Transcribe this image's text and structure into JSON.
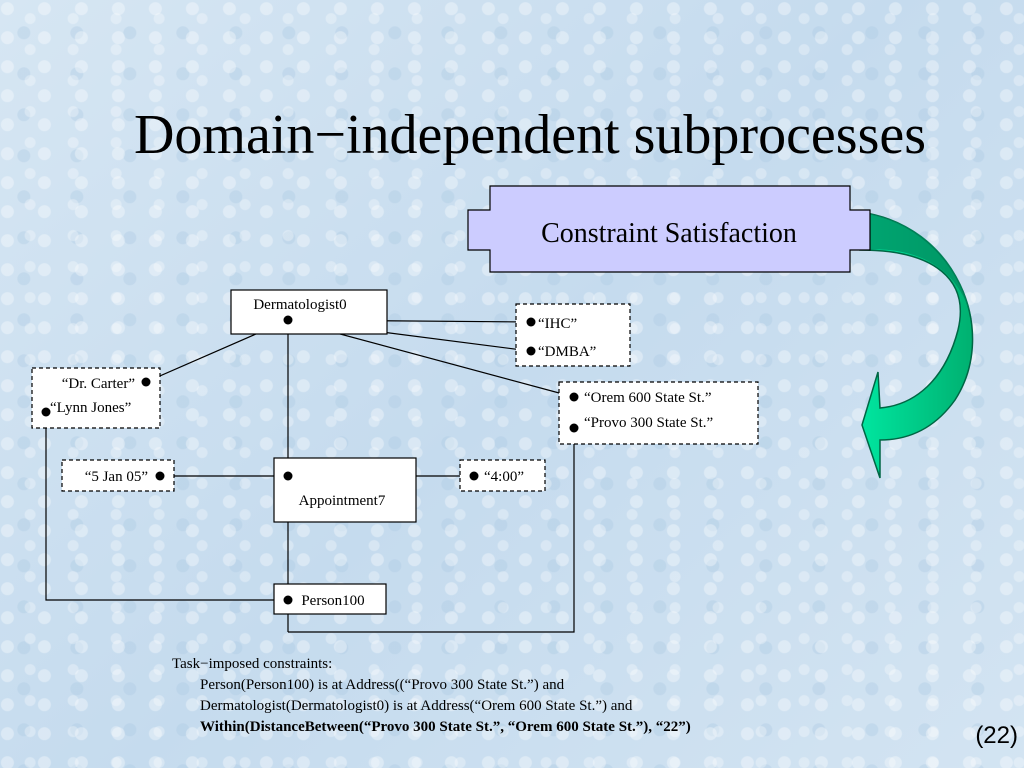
{
  "slide": {
    "title": "Domain−independent subprocesses",
    "page_number": "(22)"
  },
  "process_box": {
    "label": "Constraint Satisfaction",
    "fill_color": "#ccccff"
  },
  "arrow": {
    "fill_color": "#00cc88",
    "dark_color": "#008060"
  },
  "objects": {
    "dermatologist": "Dermatologist0",
    "appointment": "Appointment7",
    "person": "Person100"
  },
  "lexicons": {
    "insurance": [
      "“IHC”",
      "“DMBA”"
    ],
    "names": [
      "“Dr. Carter”",
      "“Lynn Jones”"
    ],
    "addresses": [
      "“Orem 600 State St.”",
      "“Provo 300 State St.”"
    ],
    "date": "“5 Jan 05”",
    "time": "“4:00”"
  },
  "constraints": {
    "heading": "Task−imposed constraints:",
    "lines": [
      "Person(Person100) is at Address((“Provo 300 State St.”) and",
      "Dermatologist(Dermatologist0) is at Address(“Orem 600 State St.”) and"
    ],
    "bold_line": "Within(DistanceBetween(“Provo 300 State St.”, “Orem 600 State St.”), “22”)"
  }
}
